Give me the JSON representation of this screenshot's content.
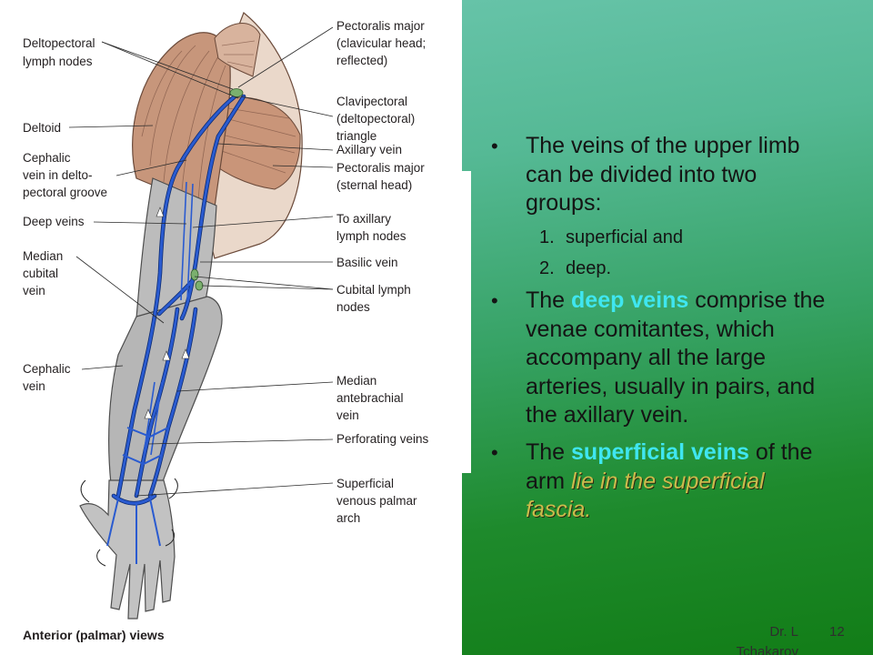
{
  "colors": {
    "panel_top": "#66c3a8",
    "panel_bottom": "#127d17",
    "highlight": "#3fe6f0",
    "emphasis": "#cbbb4c",
    "body_text": "#141414",
    "vein_blue": "#2a5bd0",
    "lymph_node_green": "#7bb06e"
  },
  "figure": {
    "labels_left": {
      "deltopectoral_lymph_nodes": [
        "Deltopectoral",
        "lymph nodes"
      ],
      "deltoid": [
        "Deltoid"
      ],
      "cephalic_groove": [
        "Cephalic",
        "vein in delto-",
        "pectoral groove"
      ],
      "deep_veins": [
        "Deep veins"
      ],
      "median_cubital": [
        "Median",
        "cubital",
        "vein"
      ],
      "cephalic_vein": [
        "Cephalic",
        "vein"
      ]
    },
    "labels_right": {
      "pectoralis_clavicular": [
        "Pectoralis major",
        "(clavicular head;",
        "reflected)"
      ],
      "clavipectoral_triangle": [
        "Clavipectoral",
        "(deltopectoral)",
        "triangle"
      ],
      "axillary_vein": [
        "Axillary vein"
      ],
      "pectoralis_sternal": [
        "Pectoralis major",
        "(sternal head)"
      ],
      "to_axillary_nodes": [
        "To axillary",
        "lymph nodes"
      ],
      "basilic_vein": [
        "Basilic vein"
      ],
      "cubital_nodes": [
        "Cubital lymph",
        "nodes"
      ],
      "median_antebrachial": [
        "Median",
        "antebrachial",
        "vein"
      ],
      "perforating_veins": [
        "Perforating veins"
      ],
      "palmar_arch": [
        "Superficial",
        "venous palmar",
        "arch"
      ]
    },
    "caption": "Anterior (palmar) views"
  },
  "text_panel": {
    "bullet_symbol": "•",
    "bullet_1": [
      "The veins of the upper limb",
      "can be divided into two",
      "groups:"
    ],
    "sub_items": [
      {
        "number": "1.",
        "text": "superficial and"
      },
      {
        "number": "2.",
        "text": "deep."
      }
    ],
    "bullet_2": {
      "line_1": {
        "before": "The ",
        "highlight": "deep veins",
        "after": " comprise the"
      },
      "lines": [
        "venae comitantes, which",
        "accompany all the large",
        "arteries, usually in pairs, and",
        "the axillary vein."
      ]
    },
    "bullet_3": {
      "line_1": {
        "before": "The ",
        "highlight": "superficial veins",
        "after": " of the"
      },
      "line_2": {
        "before": "arm ",
        "emphasis": "lie in the superficial"
      },
      "line_3": {
        "emphasis": "fascia."
      }
    }
  },
  "footer": {
    "author": "Dr. L Tchakarov",
    "page": "12"
  }
}
